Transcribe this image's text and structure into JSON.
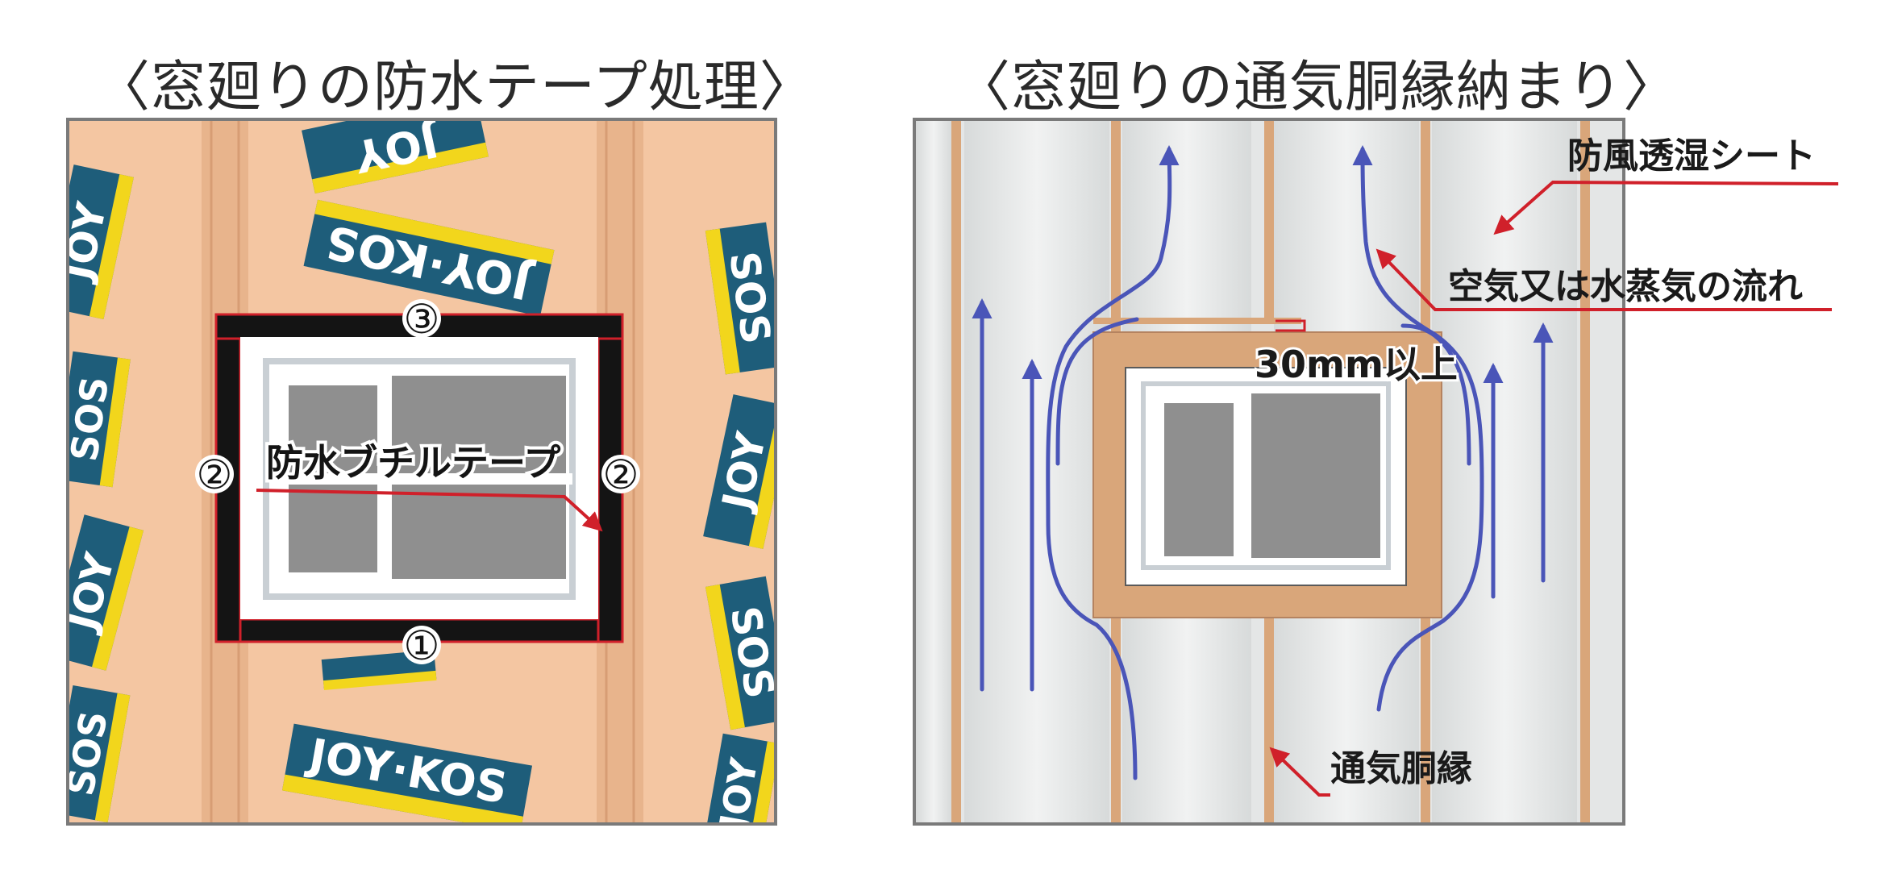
{
  "left_panel": {
    "title": "〈窓廻りの防水テープ処理〉",
    "brand_tag": "JOY·KOS",
    "brand_tag_short": "JOY",
    "brand_tag_sos": "SOS",
    "callout_tape": "防水ブチルテープ",
    "steps": [
      "③",
      "②",
      "②",
      "①"
    ]
  },
  "right_panel": {
    "title": "〈窓廻りの通気胴縁納まり〉",
    "label_sheet": "防風透湿シート",
    "label_airflow": "空気又は水蒸気の流れ",
    "label_gap": "30mm以上",
    "label_furring": "通気胴縁"
  },
  "colors": {
    "panel_border": "#7a7a7a",
    "kraft_sheet": "#f4c6a2",
    "stud": "#e8b48c",
    "tag_blue": "#1e5d7a",
    "tag_yellow": "#f2d61c",
    "tape_black": "#141414",
    "accent_red": "#d0202a",
    "glass_gray": "#8f8f8f",
    "house_wrap": "#e4e6e6",
    "batten": "#d9a67a",
    "airflow_blue": "#4a55b8"
  },
  "icons": [
    "arrow-icon",
    "airflow-arrow-icon"
  ]
}
